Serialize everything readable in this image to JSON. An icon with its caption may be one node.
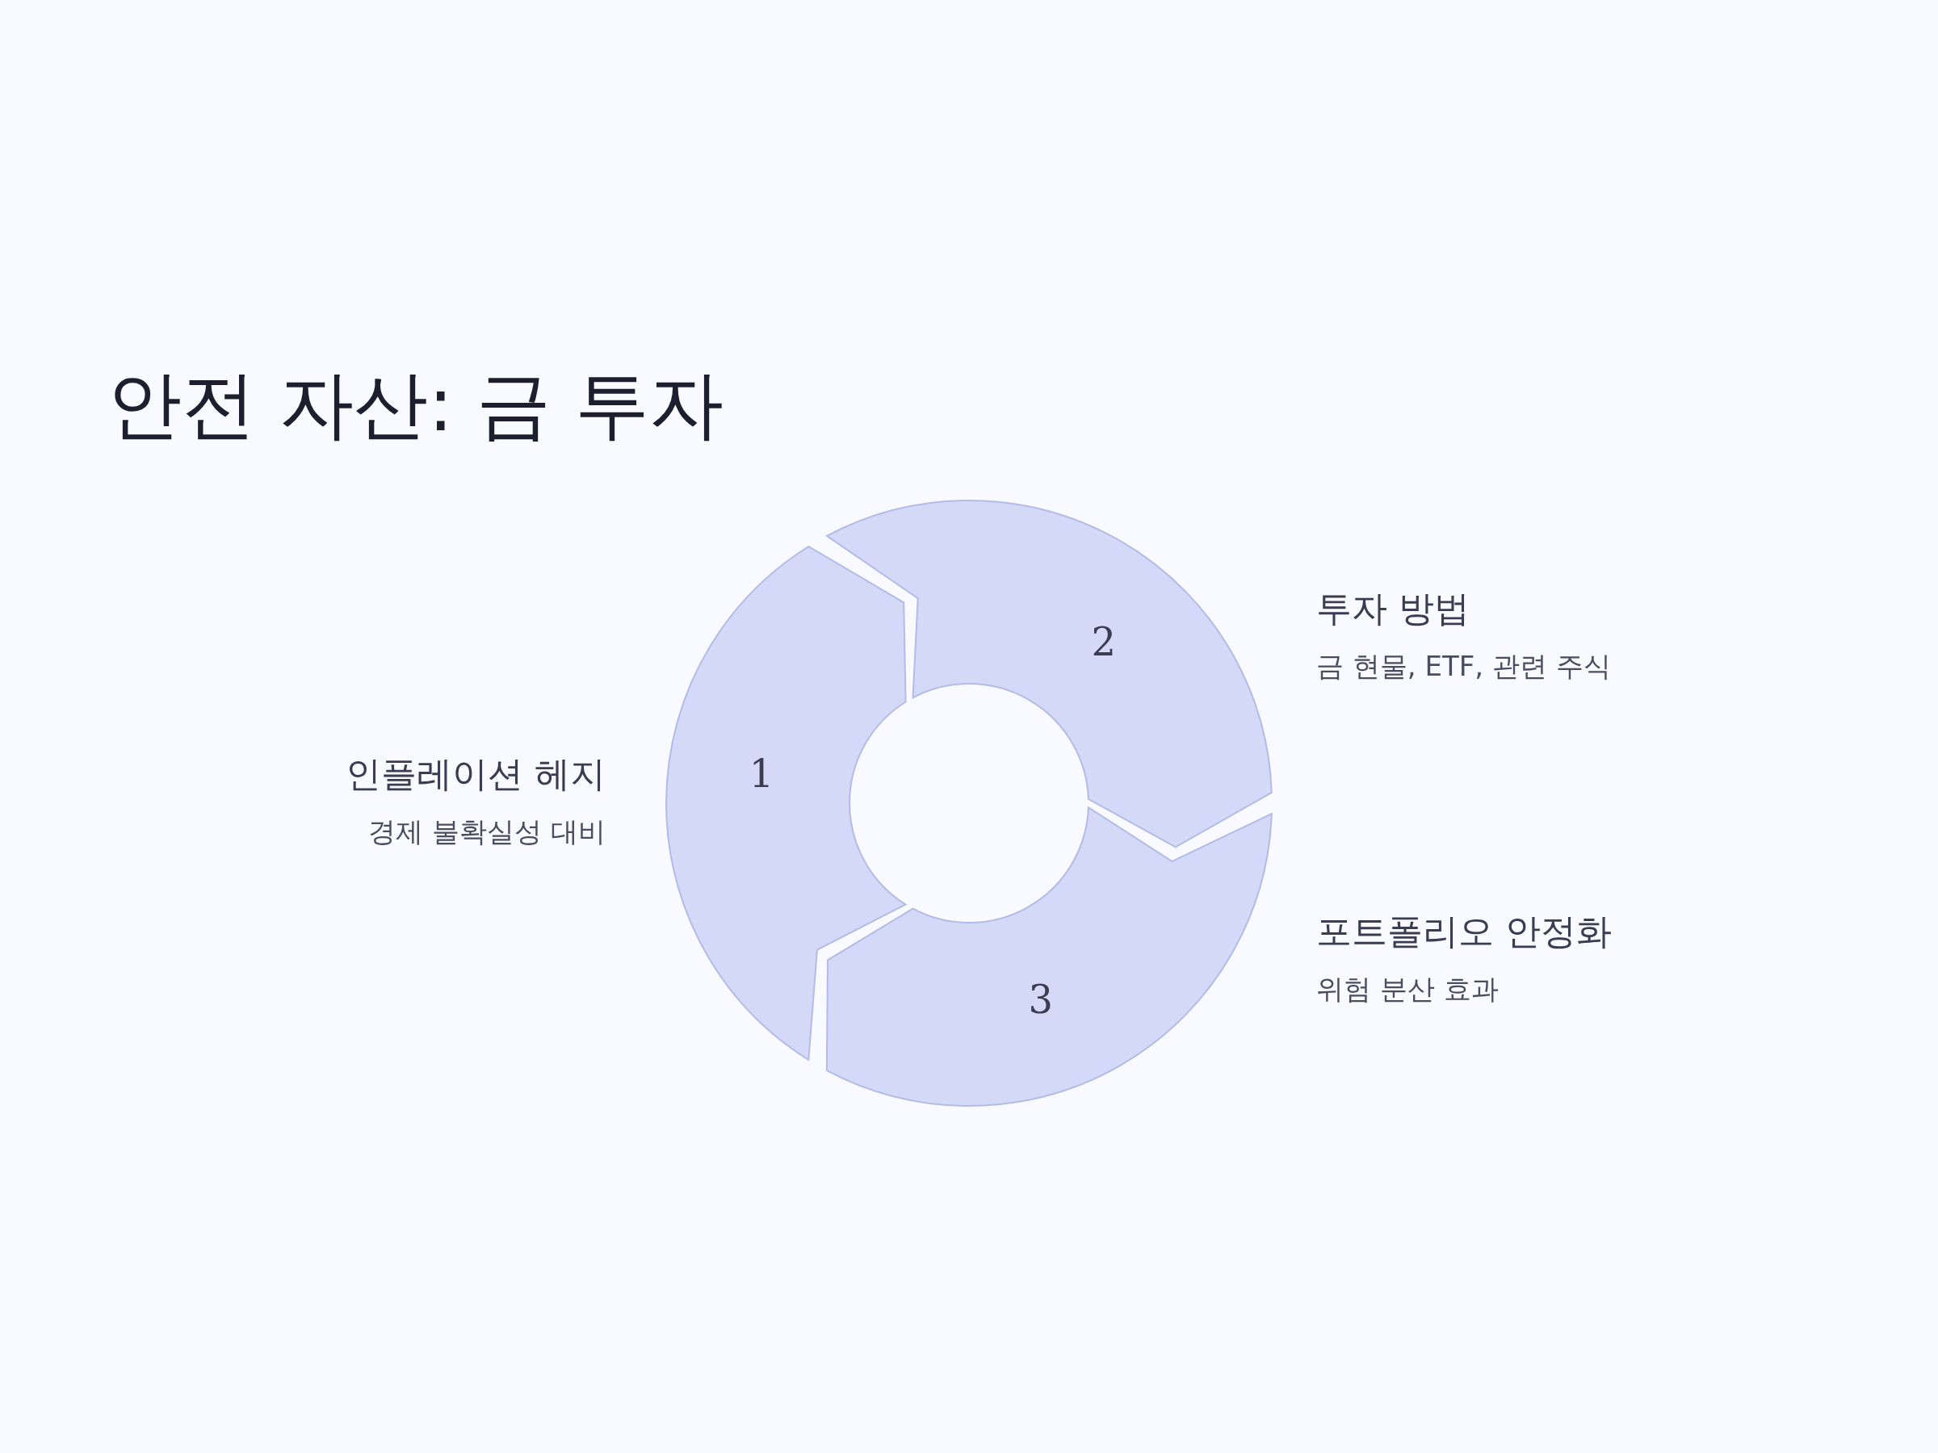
{
  "diagram": {
    "title": "안전 자산: 금 투자",
    "nodes": [
      {
        "text": [
          "1"
        ],
        "beside": [
          "인플레이션 헤지",
          "경제 불확실성 대비"
        ]
      },
      {
        "text": [
          "2"
        ],
        "beside": [
          "투자 방법",
          "금 현물, ETF, 관련 주식"
        ]
      },
      {
        "text": [
          "3"
        ],
        "beside": [
          "포트폴리오 안정화",
          "위험 분산 효과"
        ]
      }
    ]
  }
}
